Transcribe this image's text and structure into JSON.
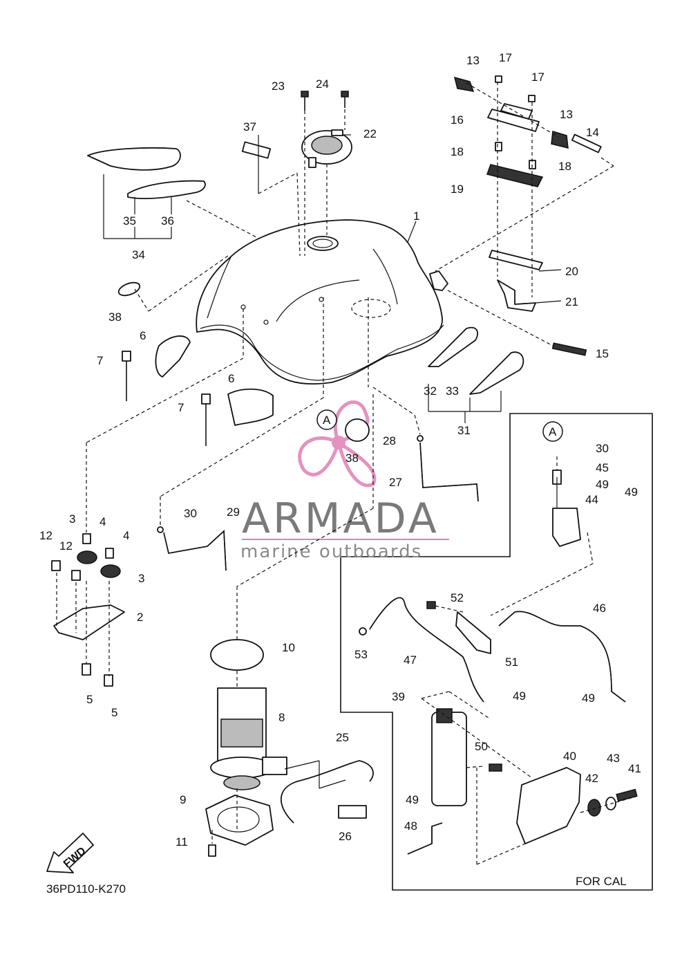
{
  "diagram": {
    "code": "36PD110-K270",
    "for_cal_label": "FOR CAL",
    "fwd_label": "FWD",
    "ref_marker": "A",
    "watermark": {
      "brand": "ARMADA",
      "tagline": "marine outboards",
      "brand_color": "#7a7a7a",
      "logo_color": "#e07fb4"
    },
    "callouts": {
      "c1": "1",
      "c2": "2",
      "c3a": "3",
      "c3b": "3",
      "c4a": "4",
      "c4b": "4",
      "c5a": "5",
      "c5b": "5",
      "c6a": "6",
      "c6b": "6",
      "c7a": "7",
      "c7b": "7",
      "c8": "8",
      "c9": "9",
      "c10": "10",
      "c11": "11",
      "c12a": "12",
      "c12b": "12",
      "c13a": "13",
      "c13b": "13",
      "c14": "14",
      "c15": "15",
      "c16": "16",
      "c17a": "17",
      "c17b": "17",
      "c18a": "18",
      "c18b": "18",
      "c19": "19",
      "c20": "20",
      "c21": "21",
      "c22": "22",
      "c23": "23",
      "c24": "24",
      "c25": "25",
      "c26": "26",
      "c27": "27",
      "c28": "28",
      "c29": "29",
      "c30a": "30",
      "c30b": "30",
      "c31": "31",
      "c32": "32",
      "c33": "33",
      "c34": "34",
      "c35": "35",
      "c36": "36",
      "c37": "37",
      "c38a": "38",
      "c38b": "38",
      "c39": "39",
      "c40": "40",
      "c41": "41",
      "c42": "42",
      "c43": "43",
      "c44": "44",
      "c45": "45",
      "c46": "46",
      "c47": "47",
      "c48": "48",
      "c49a": "49",
      "c49b": "49",
      "c49c": "49",
      "c49d": "49",
      "c49e": "49",
      "c50": "50",
      "c51": "51",
      "c52": "52",
      "c53": "53"
    }
  }
}
